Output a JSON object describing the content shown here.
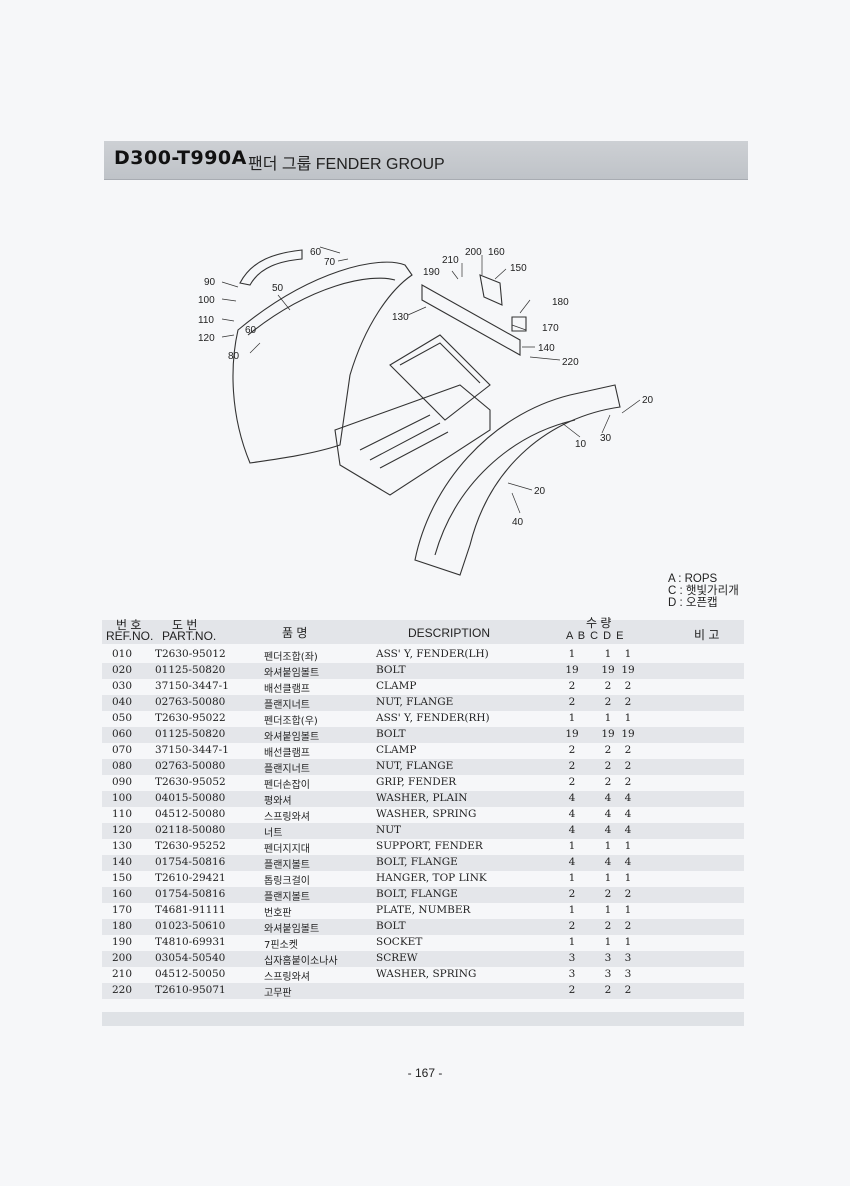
{
  "header": {
    "code": "D300-T990A",
    "name": "팬더 그룹 FENDER GROUP"
  },
  "diagram": {
    "callouts": [
      "90",
      "100",
      "110",
      "120",
      "80",
      "50",
      "60",
      "60",
      "70",
      "210",
      "200",
      "160",
      "150",
      "190",
      "180",
      "130",
      "170",
      "140",
      "220",
      "20",
      "10",
      "30",
      "20",
      "40"
    ]
  },
  "legend": {
    "a": "A : ROPS",
    "c": "C : 햇빛가리개",
    "d": "D : 오픈캡"
  },
  "table": {
    "headers": {
      "ref_kor": "번 호",
      "ref_eng": "REF.NO.",
      "part_kor": "도 번",
      "part_eng": "PART.NO.",
      "name_kor": "품 명",
      "description": "DESCRIPTION",
      "qty_kor": "수 량",
      "qty_cols": "A B C D E",
      "remarks": "비 고"
    },
    "rows": [
      {
        "ref": "010",
        "part": "T2630-95012",
        "kor": "펜더조합(좌)",
        "desc": "ASS' Y, FENDER(LH)",
        "a": "1",
        "b": "",
        "c": "1",
        "d": "1"
      },
      {
        "ref": "020",
        "part": "01125-50820",
        "kor": "와셔붙임볼트",
        "desc": "BOLT",
        "a": "19",
        "b": "",
        "c": "19",
        "d": "19"
      },
      {
        "ref": "030",
        "part": "37150-3447-1",
        "kor": "배선클램프",
        "desc": "CLAMP",
        "a": "2",
        "b": "",
        "c": "2",
        "d": "2"
      },
      {
        "ref": "040",
        "part": "02763-50080",
        "kor": "플랜지너트",
        "desc": "NUT, FLANGE",
        "a": "2",
        "b": "",
        "c": "2",
        "d": "2"
      },
      {
        "ref": "050",
        "part": "T2630-95022",
        "kor": "펜더조합(우)",
        "desc": "ASS' Y, FENDER(RH)",
        "a": "1",
        "b": "",
        "c": "1",
        "d": "1"
      },
      {
        "ref": "060",
        "part": "01125-50820",
        "kor": "와셔붙임볼트",
        "desc": "BOLT",
        "a": "19",
        "b": "",
        "c": "19",
        "d": "19"
      },
      {
        "ref": "070",
        "part": "37150-3447-1",
        "kor": "배선클램프",
        "desc": "CLAMP",
        "a": "2",
        "b": "",
        "c": "2",
        "d": "2"
      },
      {
        "ref": "080",
        "part": "02763-50080",
        "kor": "플랜지너트",
        "desc": "NUT, FLANGE",
        "a": "2",
        "b": "",
        "c": "2",
        "d": "2"
      },
      {
        "ref": "090",
        "part": "T2630-95052",
        "kor": "펜더손잡이",
        "desc": "GRIP, FENDER",
        "a": "2",
        "b": "",
        "c": "2",
        "d": "2"
      },
      {
        "ref": "100",
        "part": "04015-50080",
        "kor": "평와셔",
        "desc": "WASHER, PLAIN",
        "a": "4",
        "b": "",
        "c": "4",
        "d": "4"
      },
      {
        "ref": "110",
        "part": "04512-50080",
        "kor": "스프링와셔",
        "desc": "WASHER, SPRING",
        "a": "4",
        "b": "",
        "c": "4",
        "d": "4"
      },
      {
        "ref": "120",
        "part": "02118-50080",
        "kor": "너트",
        "desc": "NUT",
        "a": "4",
        "b": "",
        "c": "4",
        "d": "4"
      },
      {
        "ref": "130",
        "part": "T2630-95252",
        "kor": "펜더지지대",
        "desc": "SUPPORT, FENDER",
        "a": "1",
        "b": "",
        "c": "1",
        "d": "1"
      },
      {
        "ref": "140",
        "part": "01754-50816",
        "kor": "플랜지볼트",
        "desc": "BOLT, FLANGE",
        "a": "4",
        "b": "",
        "c": "4",
        "d": "4"
      },
      {
        "ref": "150",
        "part": "T2610-29421",
        "kor": "톱링크걸이",
        "desc": "HANGER, TOP LINK",
        "a": "1",
        "b": "",
        "c": "1",
        "d": "1"
      },
      {
        "ref": "160",
        "part": "01754-50816",
        "kor": "플랜지볼트",
        "desc": "BOLT, FLANGE",
        "a": "2",
        "b": "",
        "c": "2",
        "d": "2"
      },
      {
        "ref": "170",
        "part": "T4681-91111",
        "kor": "번호판",
        "desc": "PLATE, NUMBER",
        "a": "1",
        "b": "",
        "c": "1",
        "d": "1"
      },
      {
        "ref": "180",
        "part": "01023-50610",
        "kor": "와셔붙임볼트",
        "desc": "BOLT",
        "a": "2",
        "b": "",
        "c": "2",
        "d": "2"
      },
      {
        "ref": "190",
        "part": "T4810-69931",
        "kor": "7핀소켓",
        "desc": "SOCKET",
        "a": "1",
        "b": "",
        "c": "1",
        "d": "1"
      },
      {
        "ref": "200",
        "part": "03054-50540",
        "kor": "십자홈붙이소나사",
        "desc": "SCREW",
        "a": "3",
        "b": "",
        "c": "3",
        "d": "3"
      },
      {
        "ref": "210",
        "part": "04512-50050",
        "kor": "스프링와셔",
        "desc": "WASHER, SPRING",
        "a": "3",
        "b": "",
        "c": "3",
        "d": "3"
      },
      {
        "ref": "220",
        "part": "T2610-95071",
        "kor": "고무판",
        "desc": "",
        "a": "2",
        "b": "",
        "c": "2",
        "d": "2"
      }
    ]
  },
  "footer": {
    "page": "- 167 -"
  }
}
